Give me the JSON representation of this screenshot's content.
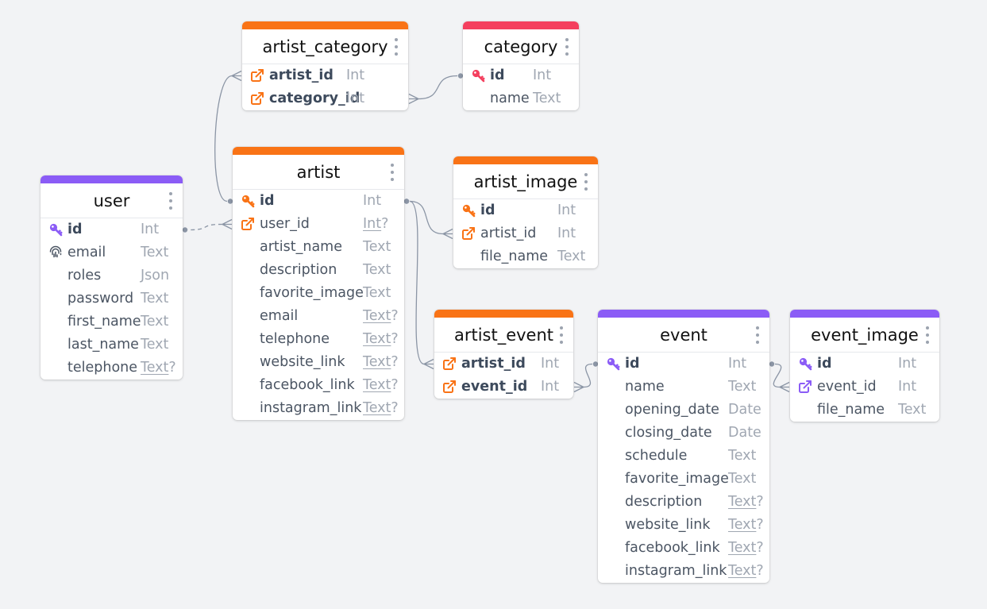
{
  "colors": {
    "background": "#f2f3f5",
    "orange": "#f97316",
    "purple": "#8b5cf6",
    "pink": "#f43f5e",
    "edge": "#8b95a5"
  },
  "tables": {
    "artist_category": {
      "title": "artist_category",
      "columns": [
        {
          "name": "artist_id",
          "type": "Int",
          "icon": "foreign-key-icon"
        },
        {
          "name": "category_id",
          "type": "Int",
          "icon": "foreign-key-icon"
        }
      ]
    },
    "category": {
      "title": "category",
      "columns": [
        {
          "name": "id",
          "type": "Int",
          "icon": "primary-key-icon"
        },
        {
          "name": "name",
          "type": "Text"
        }
      ]
    },
    "artist": {
      "title": "artist",
      "columns": [
        {
          "name": "id",
          "type": "Int",
          "icon": "primary-key-icon"
        },
        {
          "name": "user_id",
          "type": "Int",
          "nullable_mark": "?",
          "icon": "foreign-key-icon"
        },
        {
          "name": "artist_name",
          "type": "Text"
        },
        {
          "name": "description",
          "type": "Text"
        },
        {
          "name": "favorite_image",
          "type": "Text"
        },
        {
          "name": "email",
          "type": "Text",
          "nullable_mark": "?"
        },
        {
          "name": "telephone",
          "type": "Text",
          "nullable_mark": "?"
        },
        {
          "name": "website_link",
          "type": "Text",
          "nullable_mark": "?"
        },
        {
          "name": "facebook_link",
          "type": "Text",
          "nullable_mark": "?"
        },
        {
          "name": "instagram_link",
          "type": "Text",
          "nullable_mark": "?"
        }
      ]
    },
    "artist_image": {
      "title": "artist_image",
      "columns": [
        {
          "name": "id",
          "type": "Int",
          "icon": "primary-key-icon"
        },
        {
          "name": "artist_id",
          "type": "Int",
          "icon": "foreign-key-icon"
        },
        {
          "name": "file_name",
          "type": "Text"
        }
      ]
    },
    "user": {
      "title": "user",
      "columns": [
        {
          "name": "id",
          "type": "Int",
          "icon": "primary-key-icon"
        },
        {
          "name": "email",
          "type": "Text",
          "icon": "fingerprint-icon"
        },
        {
          "name": "roles",
          "type": "Json"
        },
        {
          "name": "password",
          "type": "Text"
        },
        {
          "name": "first_name",
          "type": "Text"
        },
        {
          "name": "last_name",
          "type": "Text"
        },
        {
          "name": "telephone",
          "type": "Text",
          "nullable_mark": "?"
        }
      ]
    },
    "artist_event": {
      "title": "artist_event",
      "columns": [
        {
          "name": "artist_id",
          "type": "Int",
          "icon": "foreign-key-icon"
        },
        {
          "name": "event_id",
          "type": "Int",
          "icon": "foreign-key-icon"
        }
      ]
    },
    "event": {
      "title": "event",
      "columns": [
        {
          "name": "id",
          "type": "Int",
          "icon": "primary-key-icon"
        },
        {
          "name": "name",
          "type": "Text"
        },
        {
          "name": "opening_date",
          "type": "Date"
        },
        {
          "name": "closing_date",
          "type": "Date"
        },
        {
          "name": "schedule",
          "type": "Text"
        },
        {
          "name": "favorite_image",
          "type": "Text"
        },
        {
          "name": "description",
          "type": "Text",
          "nullable_mark": "?"
        },
        {
          "name": "website_link",
          "type": "Text",
          "nullable_mark": "?"
        },
        {
          "name": "facebook_link",
          "type": "Text",
          "nullable_mark": "?"
        },
        {
          "name": "instagram_link",
          "type": "Text",
          "nullable_mark": "?"
        }
      ]
    },
    "event_image": {
      "title": "event_image",
      "columns": [
        {
          "name": "id",
          "type": "Int",
          "icon": "primary-key-icon"
        },
        {
          "name": "event_id",
          "type": "Int",
          "icon": "foreign-key-icon"
        },
        {
          "name": "file_name",
          "type": "Text"
        }
      ]
    }
  },
  "relations": [
    {
      "from": "artist_category.artist_id",
      "to": "artist.id"
    },
    {
      "from": "artist_category.category_id",
      "to": "category.id"
    },
    {
      "from": "artist.user_id",
      "to": "user.id",
      "style": "dashed"
    },
    {
      "from": "artist_image.artist_id",
      "to": "artist.id"
    },
    {
      "from": "artist_event.artist_id",
      "to": "artist.id"
    },
    {
      "from": "artist_event.event_id",
      "to": "event.id"
    },
    {
      "from": "event_image.event_id",
      "to": "event.id"
    }
  ]
}
